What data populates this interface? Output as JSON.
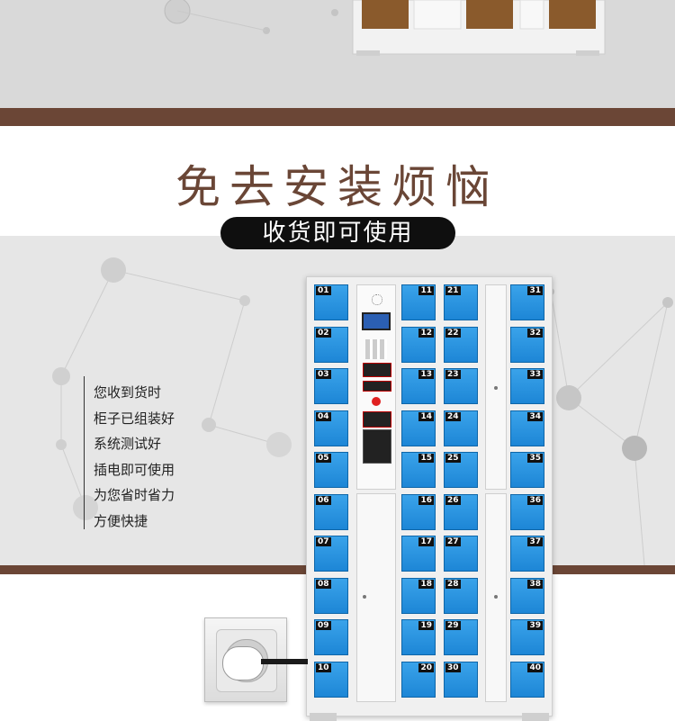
{
  "title": "免去安装烦恼",
  "subtitle": "收货即可使用",
  "features": [
    "您收到货时",
    "柜子已组装好",
    "系统测试好",
    "插电即可使用",
    "为您省时省力",
    "方便快捷"
  ],
  "locker_numbers": {
    "col1": [
      "01",
      "02",
      "03",
      "04",
      "05",
      "06",
      "07",
      "08",
      "09",
      "10"
    ],
    "col2": [
      "11",
      "12",
      "13",
      "14",
      "15",
      "16",
      "17",
      "18",
      "19",
      "20"
    ],
    "col3": [
      "21",
      "22",
      "23",
      "24",
      "25",
      "26",
      "27",
      "28",
      "29",
      "30"
    ],
    "col4": [
      "31",
      "32",
      "33",
      "34",
      "35",
      "36",
      "37",
      "38",
      "39",
      "40"
    ]
  },
  "colors": {
    "accent_brown": "#6b4636",
    "title_brown": "#6a4636",
    "locker_blue": "#2a94df",
    "pill_black": "#0f0f0f"
  },
  "icons": [
    "speaker-icon",
    "keypad-icon",
    "power-socket-icon",
    "plug-icon"
  ]
}
